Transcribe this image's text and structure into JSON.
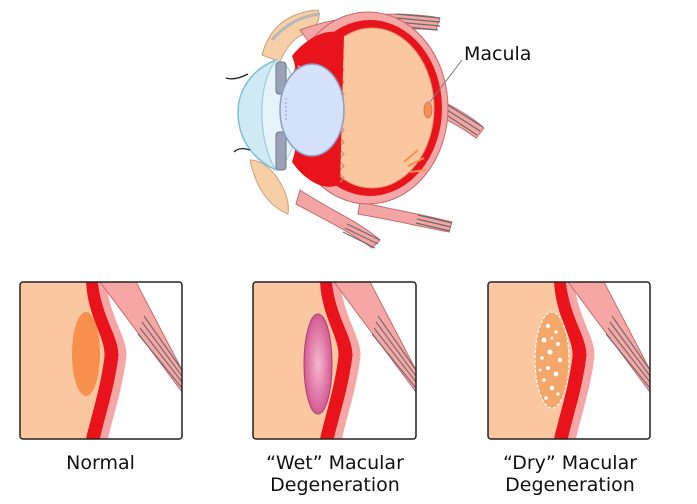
{
  "diagram": {
    "callout": {
      "text": "Macula"
    },
    "panels": [
      {
        "id": "normal",
        "caption_lines": [
          "Normal"
        ]
      },
      {
        "id": "wet",
        "caption_lines": [
          "“Wet” Macular",
          "Degeneration"
        ]
      },
      {
        "id": "dry",
        "caption_lines": [
          "“Dry” Macular",
          "Degeneration"
        ]
      }
    ],
    "colors": {
      "retina_fill": "#fbc7a0",
      "choroid_red": "#e8131b",
      "sclera_pink": "#f6a6a4",
      "normal_macula": "#f7904f",
      "wet_macula": "#d9669a",
      "dry_macula": "#f4a76b",
      "lens_blue": "#d5e1f8",
      "cornea_blue": "#cfeaf3"
    }
  }
}
